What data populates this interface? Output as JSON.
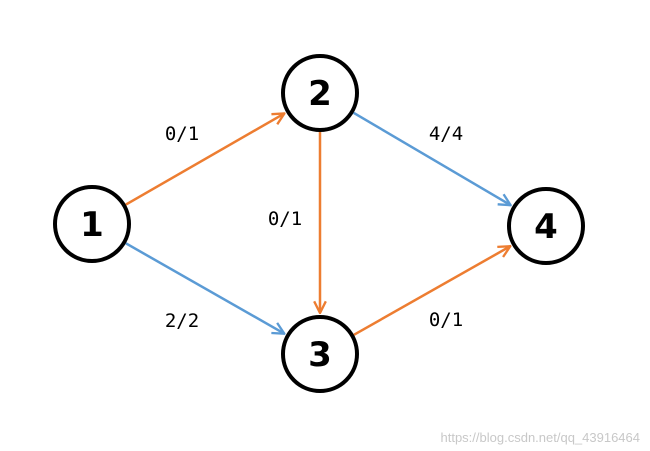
{
  "colors": {
    "orange": "#ED7D31",
    "blue": "#5B9BD5",
    "node_stroke": "#000000",
    "background": "#FFFFFF"
  },
  "nodes": [
    {
      "id": "1",
      "label": "1"
    },
    {
      "id": "2",
      "label": "2"
    },
    {
      "id": "3",
      "label": "3"
    },
    {
      "id": "4",
      "label": "4"
    }
  ],
  "edges": [
    {
      "from": "1",
      "to": "2",
      "label": "0/1",
      "color": "orange"
    },
    {
      "from": "1",
      "to": "3",
      "label": "2/2",
      "color": "blue"
    },
    {
      "from": "2",
      "to": "3",
      "label": "0/1",
      "color": "orange"
    },
    {
      "from": "2",
      "to": "4",
      "label": "4/4",
      "color": "blue"
    },
    {
      "from": "3",
      "to": "4",
      "label": "0/1",
      "color": "orange"
    }
  ],
  "watermark": "https://blog.csdn.net/qq_43916464"
}
